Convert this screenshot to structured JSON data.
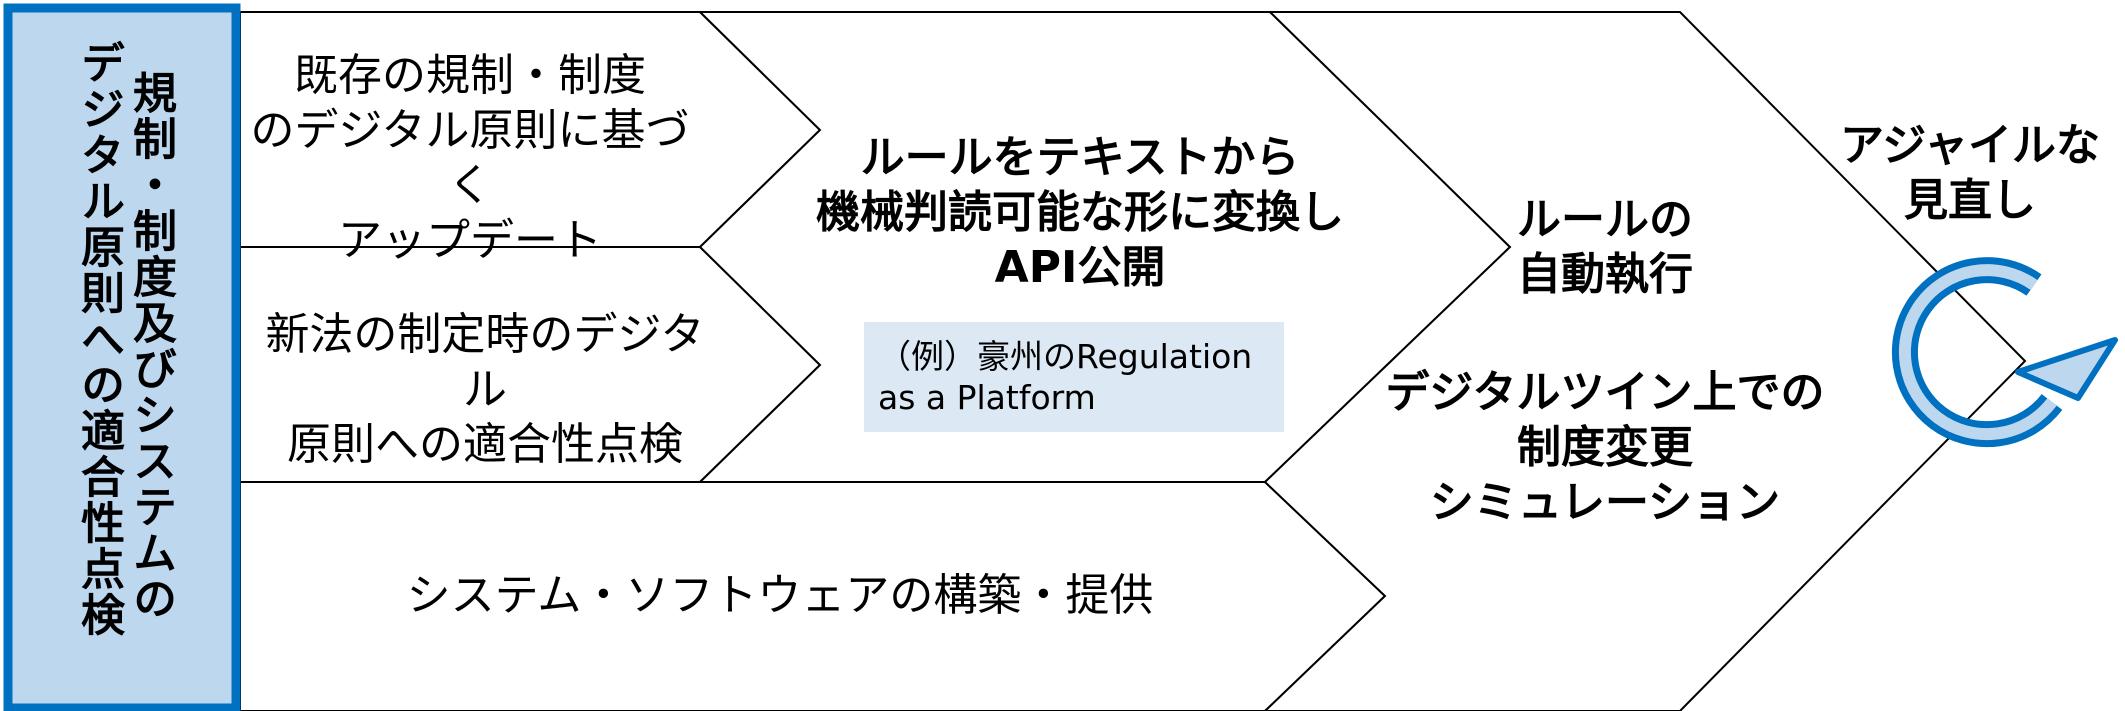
{
  "left_panel": {
    "line1": "規制・制度及びシステムの",
    "line2": "デジタル原則への適合性点検"
  },
  "update_existing": {
    "line1": "既存の規制・制度",
    "line2": "のデジタル原則に基づく",
    "line3": "アップデート"
  },
  "new_law_check": {
    "line1": "新法の制定時のデジタル",
    "line2": "原則への適合性点検"
  },
  "system_build": {
    "text": "システム・ソフトウェアの構築・提供"
  },
  "machine_readable": {
    "line1": "ルールをテキストから",
    "line2": "機械判読可能な形に変換し",
    "line3": "API公開"
  },
  "example": {
    "line1": "（例）豪州のRegulation",
    "line2": "as a Platform"
  },
  "auto_exec": {
    "line1": "ルールの",
    "line2": "自動執行",
    "line3": "デジタルツイン上での",
    "line4": "制度変更",
    "line5": "シミュレーション"
  },
  "agile": {
    "line1": "アジャイルな",
    "line2": "見直し"
  },
  "colors": {
    "accent_blue": "#0070c0",
    "panel_fill": "#bdd7ee",
    "example_fill": "#dce8f4"
  },
  "icons": {
    "cycle": "circular-arrow-icon"
  }
}
